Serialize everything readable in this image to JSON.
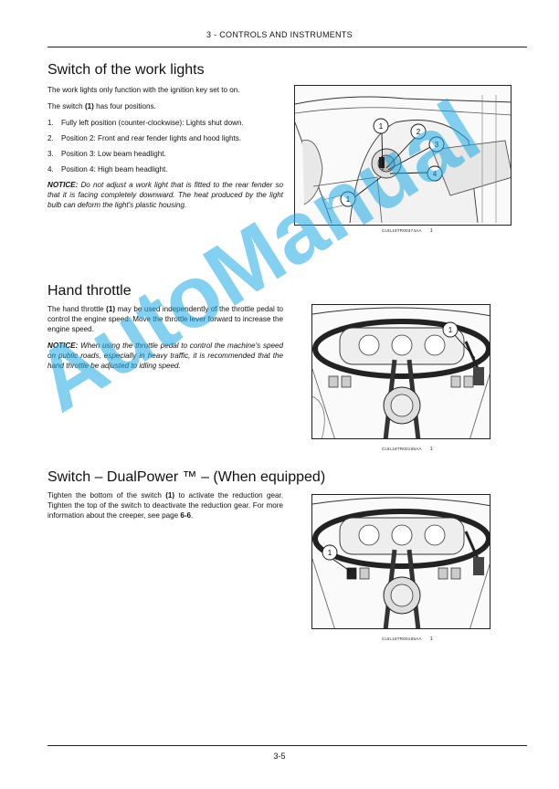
{
  "header": {
    "title": "3 - CONTROLS AND INSTRUMENTS"
  },
  "footer": {
    "page_number": "3-5"
  },
  "watermark": {
    "text": "AutoManual",
    "color": "#1eaae6"
  },
  "sections": {
    "work_lights": {
      "title": "Switch of the work lights",
      "intro": "The work lights only function with the ignition key set to on.",
      "switch_pre": "The switch ",
      "switch_ref": "(1)",
      "switch_post": " has four positions.",
      "items": [
        {
          "num": "1.",
          "text": "Fully left position (counter-clockwise): Lights shut down."
        },
        {
          "num": "2.",
          "text": "Position 2: Front and rear fender lights and hood lights."
        },
        {
          "num": "3.",
          "text": "Position 3: Low beam headlight."
        },
        {
          "num": "4.",
          "text": "Position 4: High beam headlight."
        }
      ],
      "notice_label": "NOTICE:",
      "notice_text": " Do not adjust a work light that is fitted to the rear fender so that it is facing completely downward. The heat produced by the light bulb can deform the light's plastic housing.",
      "figure": {
        "code": "CUIL16TR00374AA",
        "number": "1",
        "callouts": [
          "1",
          "2",
          "3",
          "4",
          "1"
        ]
      }
    },
    "hand_throttle": {
      "title": "Hand throttle",
      "p1_pre": "The hand throttle ",
      "p1_ref": "(1)",
      "p1_post": " may be used independently of the throttle pedal to control the engine speed. Move the throttle lever forward to increase the engine speed.",
      "notice_label": "NOTICE:",
      "notice_text": " When using the throttle pedal to control the machine's speed on public roads, especially in heavy traffic, it is recommended that the hand throttle be adjusted to idling speed.",
      "figure": {
        "code": "CUIL16TR00165AA",
        "number": "1",
        "callouts": [
          "1"
        ]
      }
    },
    "dualpower": {
      "title": "Switch – DualPower ™ – (When equipped)",
      "p1_pre": "Tighten the bottom of the switch ",
      "p1_ref": "(1)",
      "p1_mid": " to activate the reduction gear. Tighten the top of the switch to deactivate the reduction gear. For more information about the creeper, see page ",
      "p1_page": "6-6",
      "p1_end": ".",
      "figure": {
        "code": "CUIL16TR00165AA",
        "number": "1",
        "callouts": [
          "1"
        ]
      }
    }
  }
}
